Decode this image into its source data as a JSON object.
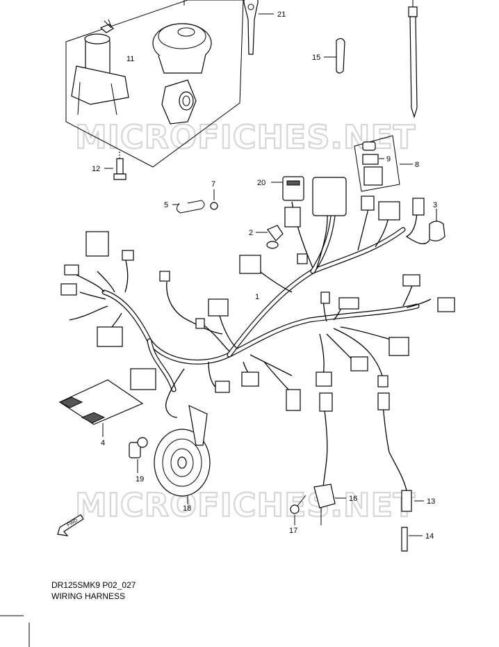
{
  "diagram": {
    "model_code": "DR125SMK9 P02_027",
    "title": "WIRING HARNESS",
    "watermark": "MICROFICHES.NET",
    "front_marker": "FWD",
    "callouts": {
      "c1": "1",
      "c2": "2",
      "c3": "3",
      "c4": "4",
      "c5": "5",
      "c7": "7",
      "c8": "8",
      "c9": "9",
      "c11": "11",
      "c12": "12",
      "c13": "13",
      "c14": "14",
      "c15": "15",
      "c16": "16",
      "c17": "17",
      "c18": "18",
      "c19": "19",
      "c20": "20",
      "c21": "21"
    }
  }
}
